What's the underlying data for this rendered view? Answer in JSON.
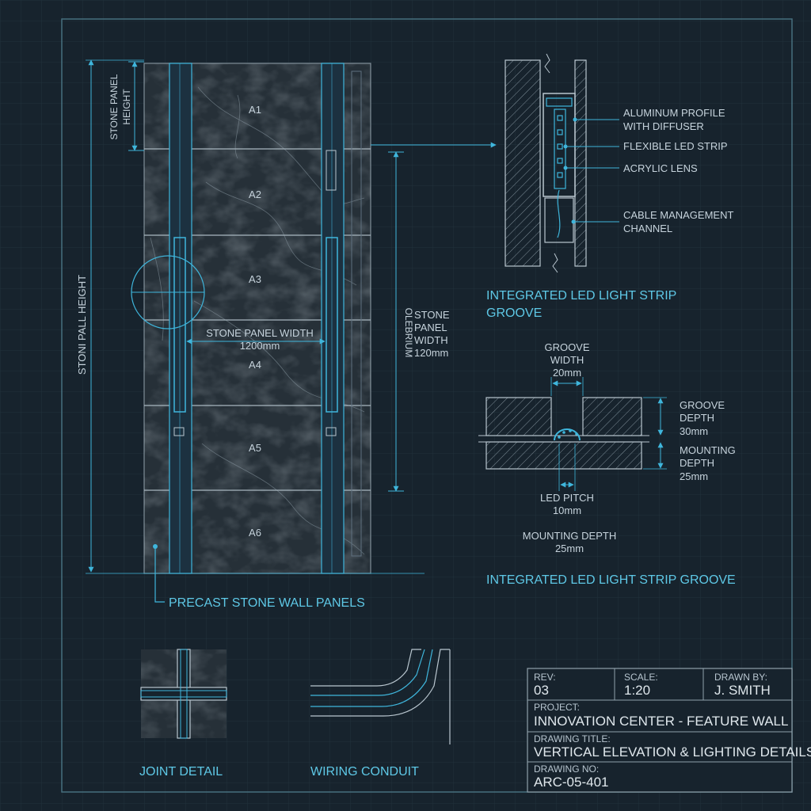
{
  "colors": {
    "background": "#17232d",
    "grid": "#22313c",
    "line": "#b9c6cf",
    "cyan": "#3fb6dc",
    "text": "#c6d3dc",
    "stone": "#263038"
  },
  "elevation": {
    "panels": [
      "A1",
      "A2",
      "A3",
      "A4",
      "A5",
      "A6"
    ],
    "dim_stone_panel_height": [
      "STONE PANEL",
      "HEIGHT"
    ],
    "dim_wall_height": "STONI PALL HEIGHT",
    "dim_panel_width": [
      "STONE PANEL WIDTH",
      "1200mm"
    ],
    "dim_right_rotated": "OLEBRIUM",
    "dim_right_label": [
      "STONE",
      "PANEL",
      "WIDTH",
      "120mm"
    ],
    "caption": "PRECAST STONE WALL PANELS"
  },
  "section_detail": {
    "callouts": [
      "ALUMINUM PROFILE",
      "WITH DIFFUSER",
      "FLEXIBLE LED STRIP",
      "ACRYLIC LENS",
      "CABLE MANAGEMENT",
      "CHANNEL"
    ],
    "caption": [
      "INTEGRATED LED LIGHT STRIP",
      "GROOVE"
    ]
  },
  "groove_detail": {
    "groove_width": [
      "GROOVE",
      "WIDTH",
      "20mm"
    ],
    "groove_depth": [
      "GROOVE",
      "DEPTH",
      "30mm"
    ],
    "mounting_depth_right": [
      "MOUNTING",
      "DEPTH",
      "25mm"
    ],
    "led_pitch": [
      "LED PITCH",
      "10mm"
    ],
    "mounting_depth_bottom": [
      "MOUNTING DEPTH",
      "25mm"
    ],
    "caption": "INTEGRATED LED LIGHT STRIP GROOVE"
  },
  "joint_detail": {
    "caption": "JOINT DETAIL"
  },
  "wiring_detail": {
    "caption": "WIRING CONDUIT"
  },
  "title_block": {
    "rev_label": "REV:",
    "rev_value": "03",
    "scale_label": "SCALE:",
    "scale_value": "1:20",
    "drawn_label": "DRAWN BY:",
    "drawn_value": "J. SMITH",
    "project_label": "PROJECT:",
    "project_value": "INNOVATION CENTER - FEATURE WALL",
    "title_label": "DRAWING TITLE:",
    "title_value": "VERTICAL ELEVATION & LIGHTING DETAILS",
    "no_label": "DRAWING NO:",
    "no_value": "ARC-05-401"
  }
}
